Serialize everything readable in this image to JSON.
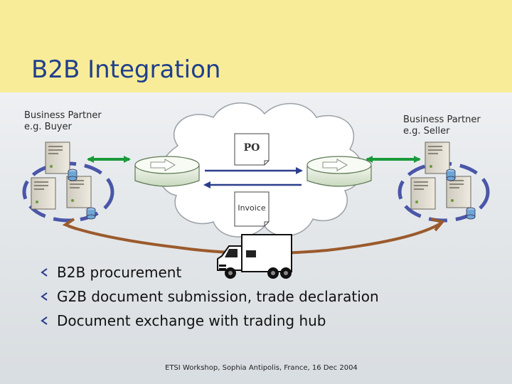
{
  "slide": {
    "title": "B2B Integration",
    "footer": "ETSI Workshop, Sophia Antipolis, France, 16 Dec 2004"
  },
  "diagram": {
    "buyer_label": "Business Partner\ne.g. Buyer",
    "seller_label": "Business Partner\ne.g. Seller",
    "po_doc": "PO",
    "invoice_doc": "Invoice"
  },
  "bullets": [
    "B2B procurement",
    "G2B document submission, trade declaration",
    "Document exchange with trading hub"
  ],
  "colors": {
    "title_band": "#f8ec98",
    "title_text": "#1f3f8c",
    "exchange_arrow": "#1a9a3a",
    "message_arrow": "#2b3e8c",
    "delivery_arc": "#9b5a2c",
    "cluster_ring": "#4a56a8"
  }
}
